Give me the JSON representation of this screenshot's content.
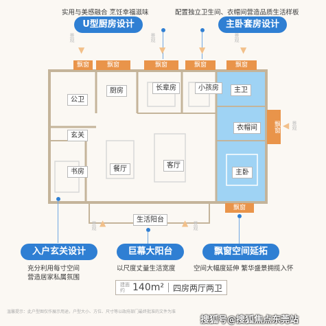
{
  "top_left": {
    "caption": "实用与美感融合 烹饪幸福滋味",
    "pill": "U型厨房设计"
  },
  "top_right": {
    "caption": "配置独立卫生间、衣帽间营造品质生活样板",
    "pill": "主卧套房设计"
  },
  "windows": {
    "w1": "飘窗",
    "w2": "飘窗",
    "w3": "飘窗",
    "w4": "飘窗",
    "w5": "飘窗",
    "w_right": "飘窗",
    "w_bottom": "飘窗"
  },
  "rooms": {
    "public_bath": "公卫",
    "kitchen": "厨房",
    "elder_room": "长辈房",
    "kid_room": "小孩房",
    "master_bath": "主卫",
    "wardrobe": "衣帽间",
    "entrance": "玄关",
    "study": "书房",
    "dining": "餐厅",
    "living": "客厅",
    "master_bedroom": "主卧",
    "balcony": "生活阳台"
  },
  "view_labels": {
    "v1": "景观",
    "v2": "景观",
    "v3": "景观",
    "v4": "景观",
    "v5": "景观",
    "v6": "景观"
  },
  "features": [
    {
      "title": "入户玄关设计",
      "line1": "充分利用每寸空间",
      "line2": "营造居家私属氛围"
    },
    {
      "title": "巨幕大阳台",
      "line1": "以尺度丈量生活宽度",
      "line2": ""
    },
    {
      "title": "飘窗空间延拓",
      "line1": "空间大幅度延伸 繁华盛景拥揽入怀",
      "line2": ""
    }
  ],
  "summary": {
    "prefix": "建面约",
    "area": "140m²",
    "layout": "四房两厅两卫"
  },
  "footer": {
    "disclaimer": "温馨提示：此户型图仅作展示用途，户型大小、方位、尺寸等以政府部门最终批准的文件为准",
    "watermark": "搜狐号@搜狐焦点东莞站"
  },
  "colors": {
    "accent_blue": "#2f7fd3",
    "window_orange": "#e9944a",
    "master_blue": "#9fd3f4",
    "wall": "#c4b49a"
  }
}
